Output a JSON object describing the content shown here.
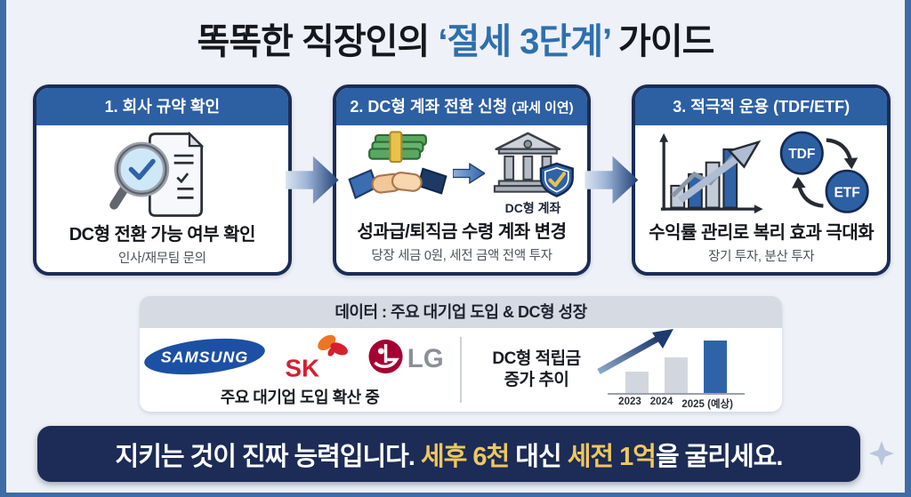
{
  "title": {
    "prefix": "똑똑한 직장인의 ",
    "highlight": "‘절세 3단계’",
    "suffix": " 가이드"
  },
  "steps": [
    {
      "header": "1. 회사 규약 확인",
      "main": "DC형 전환 가능 여부 확인",
      "sub": "인사/재무팀 문의"
    },
    {
      "header": "2. DC형 계좌 전환 신청 ",
      "header_note": "(과세 이연)",
      "account_label": "DC형 계좌",
      "main": "성과급/퇴직금 수령 계좌 변경",
      "sub": "당장 세금 0원, 세전 금액 전액 투자"
    },
    {
      "header": "3. 적극적 운용 (TDF/ETF)",
      "badge_top": "TDF",
      "badge_bottom": "ETF",
      "main": "수익률 관리로 복리 효과 극대화",
      "sub": "장기 투자, 분산 투자"
    }
  ],
  "data_panel": {
    "header": "데이터 : 주요 대기업 도입 & DC형 성장",
    "companies": {
      "logos": [
        "SAMSUNG",
        "SK",
        "LG"
      ],
      "caption": "주요 대기업 도입 확산 중"
    },
    "chart_title_line1": "DC형 적립금",
    "chart_title_line2": "증가 추이"
  },
  "chart_data": {
    "type": "bar",
    "title": "DC형 적립금 증가 추이",
    "categories": [
      "2023",
      "2024",
      "2025 (예상)"
    ],
    "values": [
      38,
      62,
      92
    ],
    "value_note": "relative heights, no numeric axis shown",
    "colors": [
      "#d2d7df",
      "#d2d7df",
      "#2f63a8"
    ],
    "annotation": "rising navy arrow above bars",
    "grid": false,
    "legend": false
  },
  "footer": {
    "seg1": "지키는 것이 진짜 능력입니다. ",
    "seg2": "세후 6천",
    "seg3": " 대신 ",
    "seg4": "세전 1억",
    "seg5": "을 굴리세요.",
    "sparkle_icon": "four-point-star"
  },
  "colors": {
    "page_bg": "#eef1f7",
    "frame_blue": "#3f6ba6",
    "title_highlight": "#2e6fae",
    "card_border": "#1b2c55",
    "card_header_bg": "#2d5fa3",
    "data_header_bg": "#d5dae3",
    "footer_bg": "#1c2c56",
    "footer_gold": "#f0c75e",
    "bar_blue": "#2f63a8"
  }
}
